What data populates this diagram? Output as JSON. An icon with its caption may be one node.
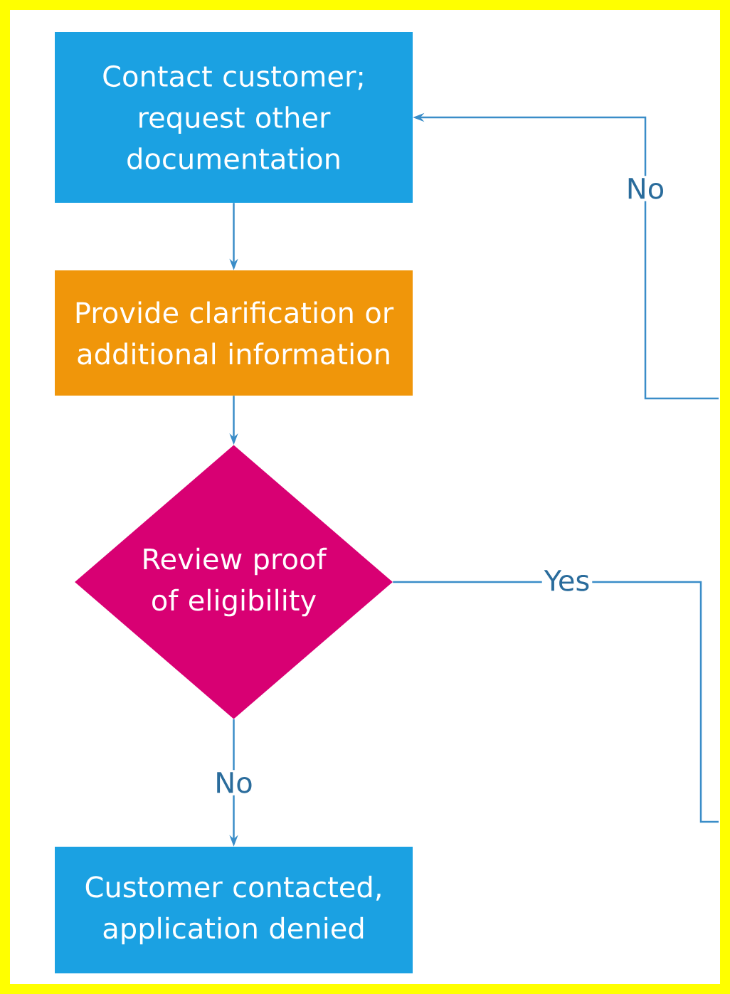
{
  "diagram": {
    "nodes": [
      {
        "text": [
          "Contact customer; request other documentation"
        ]
      },
      {
        "text": [
          "Provide clarification or additional information"
        ]
      },
      {
        "text": [
          "Review proof of eligibility"
        ]
      },
      {
        "text": [
          "Customer contacted, application denied"
        ]
      }
    ],
    "edges": [
      {
        "from": 0,
        "to": 1,
        "arrow": "to"
      },
      {
        "from": 1,
        "to": 2,
        "arrow": "to"
      },
      {
        "from": 2,
        "to": 3,
        "arrow": "to",
        "label": "No"
      },
      {
        "from": null,
        "to": 0,
        "arrow": "to",
        "label": "No"
      },
      {
        "from": 2,
        "to": null,
        "arrow": "none",
        "label": "Yes"
      }
    ]
  }
}
